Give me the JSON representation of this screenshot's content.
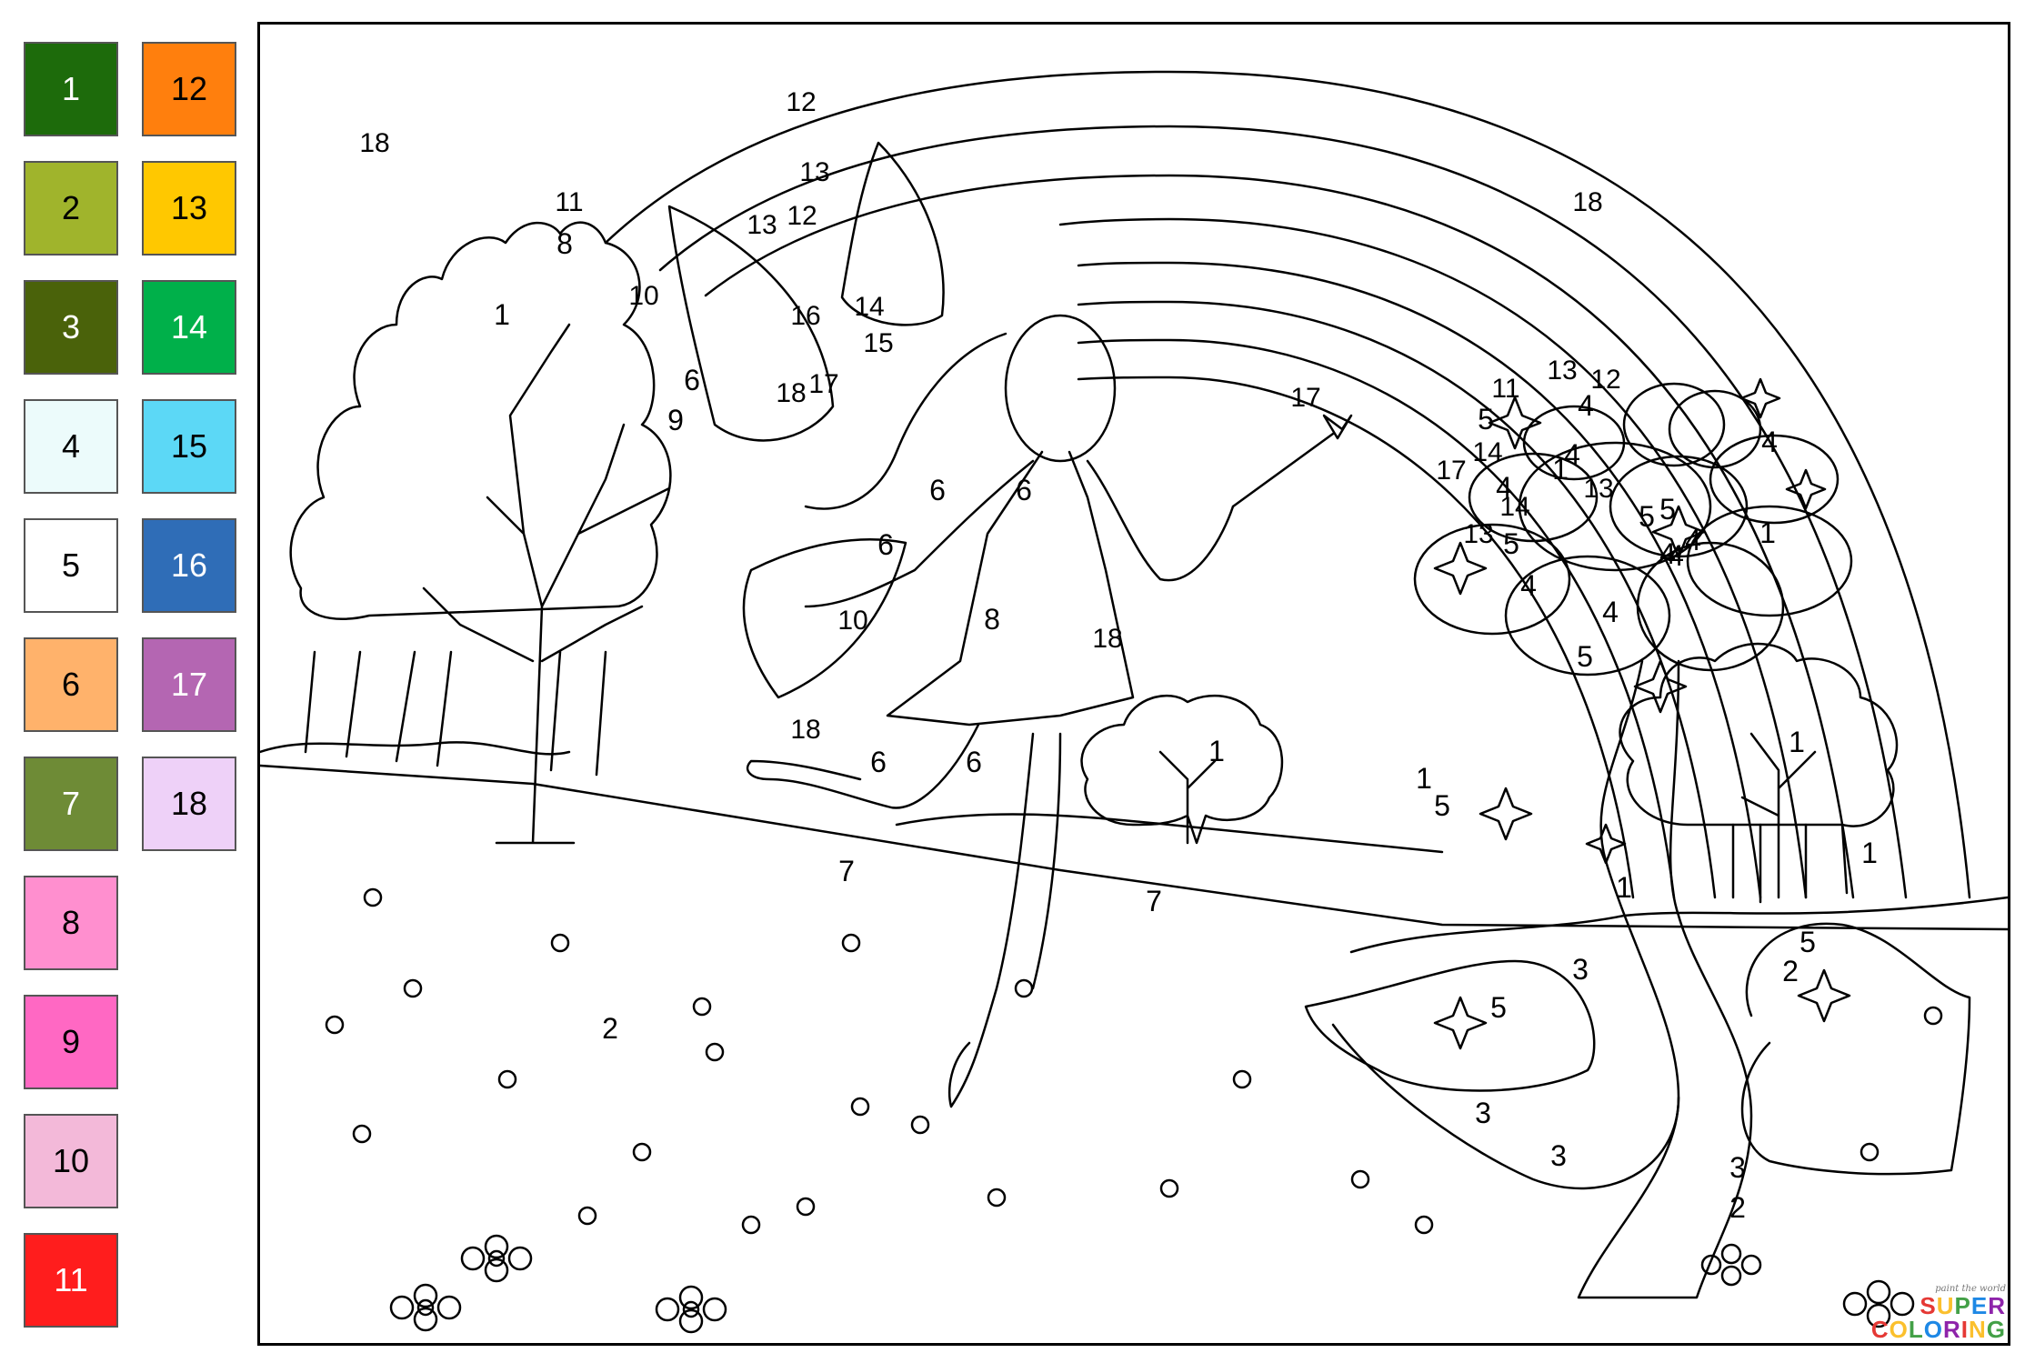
{
  "palette": [
    {
      "number": "1",
      "color": "#1d6b0b",
      "text_color": "#ffffff"
    },
    {
      "number": "2",
      "color": "#a0b42c",
      "text_color": "#000000"
    },
    {
      "number": "3",
      "color": "#4a620a",
      "text_color": "#ffffff"
    },
    {
      "number": "4",
      "color": "#ecfbfb",
      "text_color": "#000000"
    },
    {
      "number": "5",
      "color": "#ffffff",
      "text_color": "#000000"
    },
    {
      "number": "6",
      "color": "#ffb26b",
      "text_color": "#000000"
    },
    {
      "number": "7",
      "color": "#6e8b36",
      "text_color": "#ffffff"
    },
    {
      "number": "8",
      "color": "#ff8fcf",
      "text_color": "#000000"
    },
    {
      "number": "9",
      "color": "#ff68c3",
      "text_color": "#000000"
    },
    {
      "number": "10",
      "color": "#f3b9d9",
      "text_color": "#000000"
    },
    {
      "number": "11",
      "color": "#ff1d1d",
      "text_color": "#ffffff"
    },
    {
      "number": "12",
      "color": "#ff7f0d",
      "text_color": "#000000"
    },
    {
      "number": "13",
      "color": "#ffc800",
      "text_color": "#000000"
    },
    {
      "number": "14",
      "color": "#00b04a",
      "text_color": "#ffffff"
    },
    {
      "number": "15",
      "color": "#5cd8f6",
      "text_color": "#000000"
    },
    {
      "number": "16",
      "color": "#2f6db7",
      "text_color": "#ffffff"
    },
    {
      "number": "17",
      "color": "#b466b2",
      "text_color": "#ffffff"
    },
    {
      "number": "18",
      "color": "#eed1f8",
      "text_color": "#000000"
    }
  ],
  "labels": [
    "18",
    "1",
    "11",
    "12",
    "13",
    "12",
    "13",
    "14",
    "15",
    "16",
    "17",
    "18",
    "17",
    "18",
    "11",
    "12",
    "13",
    "14",
    "17",
    "1",
    "14",
    "13",
    "10",
    "8",
    "9",
    "6",
    "6",
    "6",
    "6",
    "10",
    "8",
    "18",
    "18",
    "6",
    "6",
    "7",
    "7",
    "1",
    "2",
    "3",
    "2",
    "3",
    "3",
    "3",
    "2",
    "4",
    "4",
    "4",
    "4",
    "13",
    "4",
    "4",
    "4",
    "4",
    "4",
    "5",
    "5",
    "5",
    "5",
    "5",
    "5",
    "5",
    "5",
    "1",
    "1",
    "1",
    "1",
    "1"
  ],
  "watermark": {
    "small": "paint the world",
    "big": "SUPER",
    "big2": "COLORING"
  }
}
